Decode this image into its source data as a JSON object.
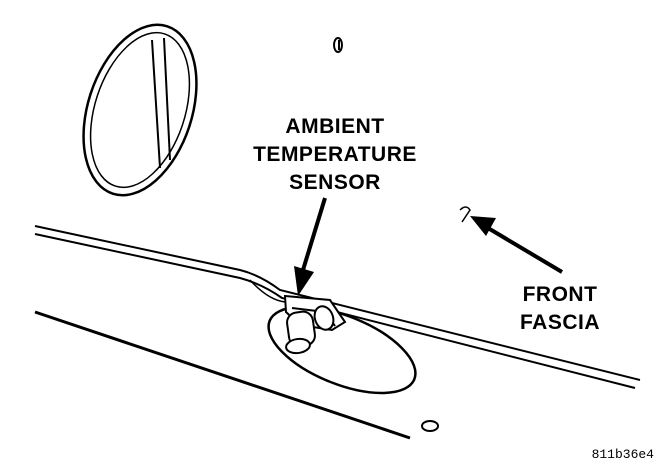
{
  "labels": {
    "ambient_sensor": [
      "AMBIENT",
      "TEMPERATURE",
      "SENSOR"
    ],
    "front_fascia": [
      "FRONT",
      "FASCIA"
    ]
  },
  "figure_code": "811b36e4",
  "colors": {
    "ink": "#000000",
    "background": "#ffffff"
  }
}
